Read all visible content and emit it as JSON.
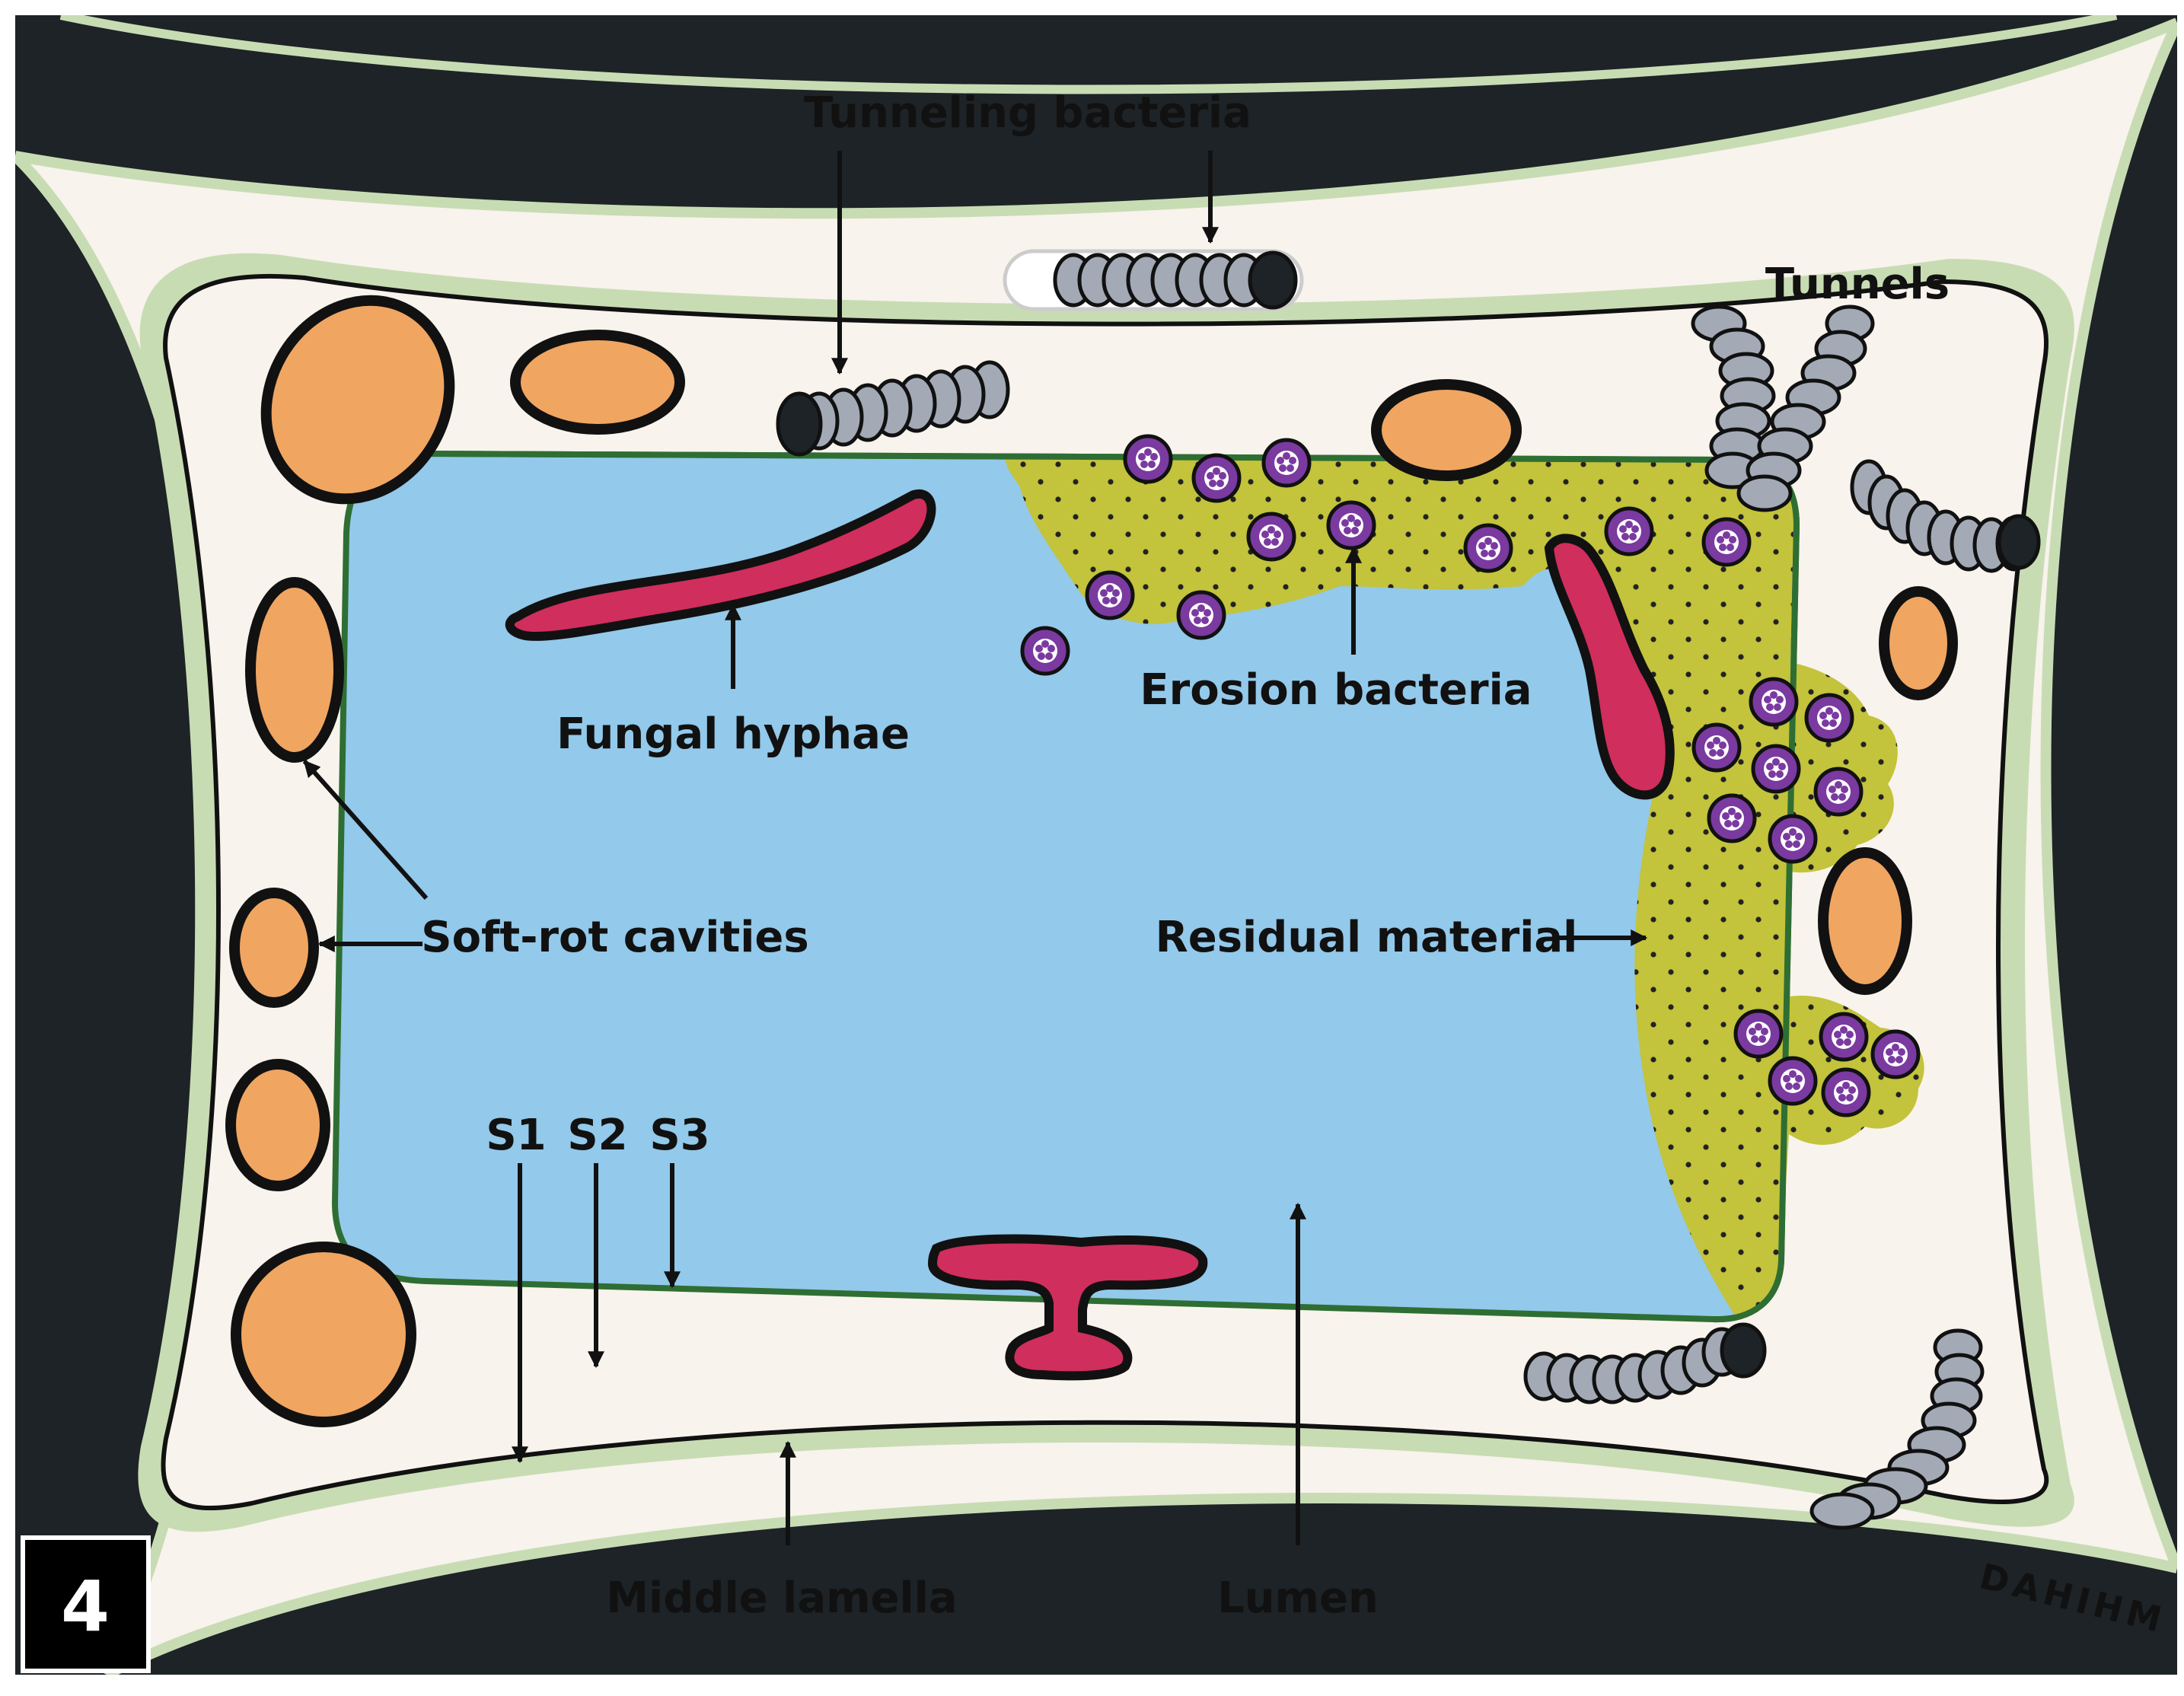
{
  "figure": {
    "panel_number": "4",
    "signature": "DAHIHM",
    "colors": {
      "middle_lamella": "#1d2326",
      "s1_layer": "#c8dcb4",
      "wall": "#f8f3ec",
      "lumen": "#93c9ea",
      "lumen_border": "#2e6e33",
      "soft_rot_cavity": "#f0a561",
      "fungal_hyphae": "#d02e5c",
      "residual_material": "#c3c33c",
      "erosion_bacteria": "#7a3aa0",
      "tunneling_bacteria": "#a3aab6"
    }
  },
  "labels": {
    "tunneling_bacteria": "Tunneling bacteria",
    "tunnels": "Tunnels",
    "fungal_hyphae": "Fungal hyphae",
    "erosion_bacteria": "Erosion bacteria",
    "soft_rot_cavities": "Soft-rot cavities",
    "residual_material": "Residual material",
    "s1": "S1",
    "s2": "S2",
    "s3": "S3",
    "middle_lamella": "Middle lamella",
    "lumen": "Lumen"
  }
}
